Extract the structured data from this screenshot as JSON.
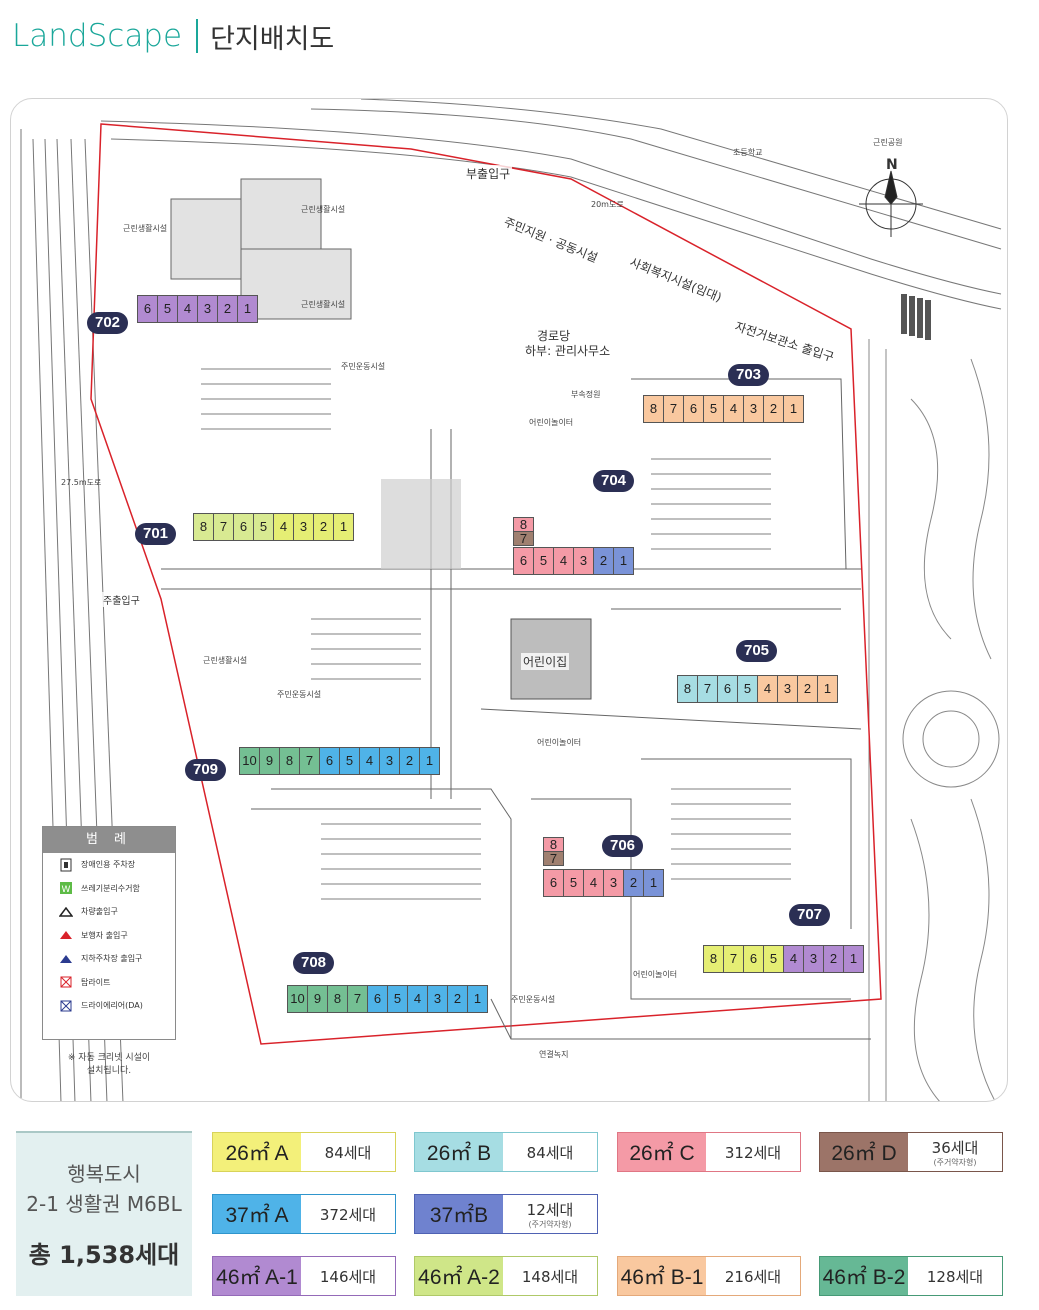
{
  "header": {
    "logo": "LandScape",
    "subtitle": "단지배치도"
  },
  "map_labels": {
    "north": "N",
    "main_gate_north": "부출입구",
    "main_gate_west": "주출입구",
    "bike_gate": "자전거보관소 출입구",
    "community": "주민지원 · 공동시설",
    "social_welfare": "사회복지시설(임대)",
    "senior_center": "경로당",
    "management_office": "하부: 관리사무소",
    "daycare": "어린이집",
    "neighborhood_facility_1": "근린생활시설",
    "neighborhood_facility_2": "근린생활시설",
    "neighborhood_facility_3": "근린생활시설",
    "neighborhood_facility_4": "근린생활시설",
    "school": "초등학교",
    "park": "근린공원",
    "green": "연결녹지",
    "road_north": "20m도로",
    "road_west": "27.5m도로",
    "playground_1": "어린이놀이터",
    "playground_2": "어린이놀이터",
    "playground_3": "어린이놀이터",
    "exercise_1": "주민운동시설",
    "exercise_2": "주민운동시설",
    "exercise_3": "주민운동시설",
    "garden": "부속정원"
  },
  "buildings": [
    {
      "id": "701",
      "label": "701"
    },
    {
      "id": "702",
      "label": "702"
    },
    {
      "id": "703",
      "label": "703"
    },
    {
      "id": "704",
      "label": "704"
    },
    {
      "id": "705",
      "label": "705"
    },
    {
      "id": "706",
      "label": "706"
    },
    {
      "id": "707",
      "label": "707"
    },
    {
      "id": "708",
      "label": "708"
    },
    {
      "id": "709",
      "label": "709"
    }
  ],
  "unit_rows": [
    {
      "name": "702-row",
      "units": [
        "6",
        "5",
        "4",
        "3",
        "2",
        "1"
      ],
      "colors": [
        "#b18ad1",
        "#b18ad1",
        "#b18ad1",
        "#b18ad1",
        "#b18ad1",
        "#b18ad1"
      ]
    },
    {
      "name": "701-row",
      "units": [
        "8",
        "7",
        "6",
        "5",
        "4",
        "3",
        "2",
        "1"
      ],
      "colors": [
        "#d8ea92",
        "#d8ea92",
        "#d8ea92",
        "#d8ea92",
        "#e5ee74",
        "#e5ee74",
        "#e5ee74",
        "#e5ee74"
      ]
    },
    {
      "name": "703-row",
      "units": [
        "8",
        "7",
        "6",
        "5",
        "4",
        "3",
        "2",
        "1"
      ],
      "colors": [
        "#f9c89f",
        "#f9c89f",
        "#f9c89f",
        "#f9c89f",
        "#f9c89f",
        "#f9c89f",
        "#f9c89f",
        "#f9c89f"
      ]
    },
    {
      "name": "704-row",
      "units": [
        "6",
        "5",
        "4",
        "3",
        "2",
        "1"
      ],
      "colors": [
        "#f49aa6",
        "#f49aa6",
        "#f49aa6",
        "#f49aa6",
        "#7a93d8",
        "#7a93d8"
      ]
    },
    {
      "name": "704-top",
      "units": [
        "8",
        "7"
      ],
      "colors": [
        "#f49aa6",
        "#a08070"
      ]
    },
    {
      "name": "705-row",
      "units": [
        "8",
        "7",
        "6",
        "5",
        "4",
        "3",
        "2",
        "1"
      ],
      "colors": [
        "#a6dde3",
        "#a6dde3",
        "#a6dde3",
        "#a6dde3",
        "#f9c89f",
        "#f9c89f",
        "#f9c89f",
        "#f9c89f"
      ]
    },
    {
      "name": "709-row",
      "units": [
        "10",
        "9",
        "8",
        "7",
        "6",
        "5",
        "4",
        "3",
        "2",
        "1"
      ],
      "colors": [
        "#74bf93",
        "#74bf93",
        "#74bf93",
        "#74bf93",
        "#4fb3e8",
        "#4fb3e8",
        "#4fb3e8",
        "#4fb3e8",
        "#4fb3e8",
        "#4fb3e8"
      ]
    },
    {
      "name": "706-row",
      "units": [
        "6",
        "5",
        "4",
        "3",
        "2",
        "1"
      ],
      "colors": [
        "#f49aa6",
        "#f49aa6",
        "#f49aa6",
        "#f49aa6",
        "#7a93d8",
        "#7a93d8"
      ]
    },
    {
      "name": "706-top",
      "units": [
        "8",
        "7"
      ],
      "colors": [
        "#f49aa6",
        "#a08070"
      ]
    },
    {
      "name": "707-row",
      "units": [
        "8",
        "7",
        "6",
        "5",
        "4",
        "3",
        "2",
        "1"
      ],
      "colors": [
        "#e5ee74",
        "#e5ee74",
        "#e5ee74",
        "#e5ee74",
        "#b18ad1",
        "#b18ad1",
        "#b18ad1",
        "#b18ad1"
      ]
    },
    {
      "name": "708-row",
      "units": [
        "10",
        "9",
        "8",
        "7",
        "6",
        "5",
        "4",
        "3",
        "2",
        "1"
      ],
      "colors": [
        "#74bf93",
        "#74bf93",
        "#74bf93",
        "#74bf93",
        "#4fb3e8",
        "#4fb3e8",
        "#4fb3e8",
        "#4fb3e8",
        "#4fb3e8",
        "#4fb3e8"
      ]
    }
  ],
  "legend": {
    "title": "범 례",
    "items": [
      {
        "symbol": "disabled-parking-icon",
        "label": "장애인용 주차장"
      },
      {
        "symbol": "recycling-icon",
        "label": "쓰레기분리수거함"
      },
      {
        "symbol": "vehicle-entrance-icon",
        "label": "차량출입구"
      },
      {
        "symbol": "pedestrian-entrance-icon",
        "label": "보행자 출입구"
      },
      {
        "symbol": "underground-parking-icon",
        "label": "지하주차장 출입구"
      },
      {
        "symbol": "toplight-icon",
        "label": "탑라이트"
      },
      {
        "symbol": "dry-area-icon",
        "label": "드라이에리어(DA)"
      }
    ],
    "note_line1": "※ 자동 크리넷 시설이",
    "note_line2": "설치됩니다."
  },
  "summary": {
    "name_line1": "행복도시",
    "name_line2": "2-1 생활권 M6BL",
    "total": "총 1,538세대"
  },
  "unit_types": [
    {
      "type": "26㎡ A",
      "count": "84세대",
      "note": "",
      "color": "#f3f07a",
      "border": "#d8d35a"
    },
    {
      "type": "26㎡ B",
      "count": "84세대",
      "note": "",
      "color": "#a6dde3",
      "border": "#7fc7cf"
    },
    {
      "type": "26㎡ C",
      "count": "312세대",
      "note": "",
      "color": "#f49aa6",
      "border": "#e07684"
    },
    {
      "type": "26㎡ D",
      "count": "36세대",
      "note": "(주거약자형)",
      "color": "#9c7468",
      "border": "#7a564b"
    },
    {
      "type": "37㎡ A",
      "count": "372세대",
      "note": "",
      "color": "#4fb3e8",
      "border": "#2f95cc"
    },
    {
      "type": "37㎡B",
      "count": "12세대",
      "note": "(주거약자형)",
      "color": "#6f82cf",
      "border": "#4f62b3"
    },
    {
      "type": "46㎡ A-1",
      "count": "146세대",
      "note": "",
      "color": "#b18ad1",
      "border": "#946ab8"
    },
    {
      "type": "46㎡ A-2",
      "count": "148세대",
      "note": "",
      "color": "#cfe688",
      "border": "#afc968"
    },
    {
      "type": "46㎡ B-1",
      "count": "216세대",
      "note": "",
      "color": "#f9c89f",
      "border": "#e4a97a"
    },
    {
      "type": "46㎡ B-2",
      "count": "128세대",
      "note": "",
      "color": "#66b895",
      "border": "#469a76"
    }
  ]
}
